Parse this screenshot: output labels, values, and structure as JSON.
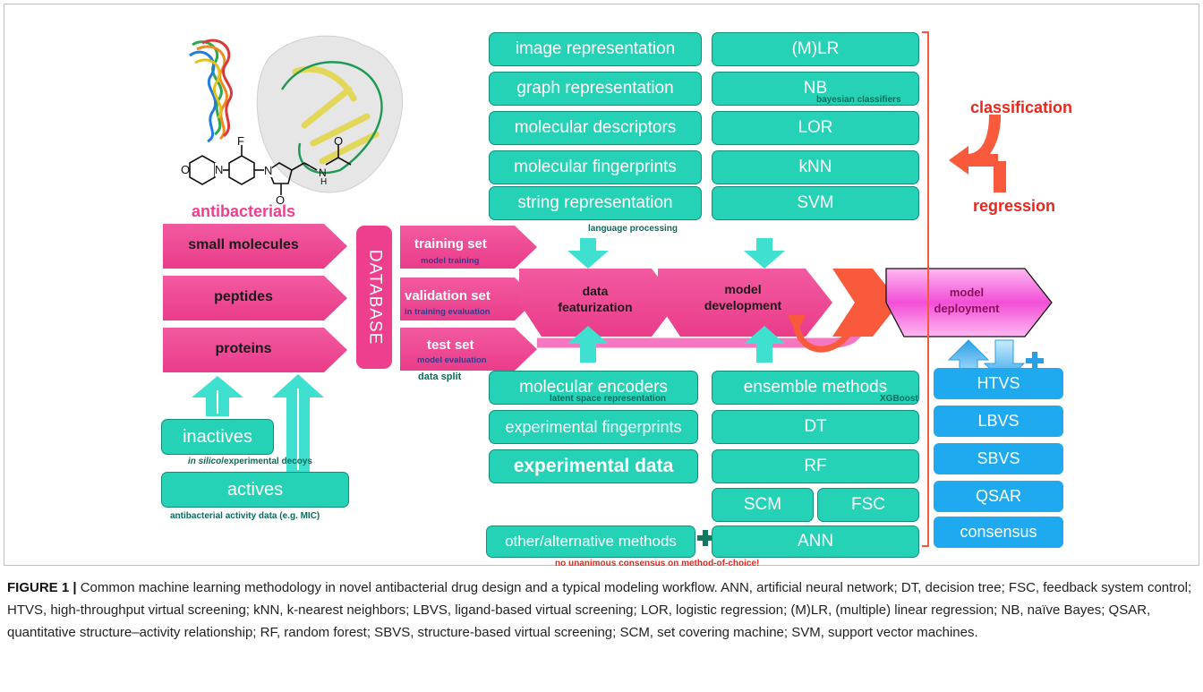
{
  "diagram": {
    "antibacterials_title": "antibacterials",
    "molecule_types": [
      "small molecules",
      "peptides",
      "proteins"
    ],
    "database_label": "DATABASE",
    "splits": [
      {
        "label": "training set",
        "sub": "model training"
      },
      {
        "label": "validation set",
        "sub": "in training evaluation"
      },
      {
        "label": "test set",
        "sub": "model evaluation"
      }
    ],
    "data_split_label": "data split",
    "inactives_label": "inactives",
    "decoys_italic": "in silico",
    "decoys_rest": "/experimental decoys",
    "actives_label": "actives",
    "activity_data_label": "antibacterial activity data (e.g. MIC)",
    "representations": [
      "image representation",
      "graph representation",
      "molecular descriptors",
      "molecular fingerprints",
      "string representation"
    ],
    "language_processing_label": "language processing",
    "featurization_label_1": "data",
    "featurization_label_2": "featurization",
    "development_label_1": "model",
    "development_label_2": "development",
    "deployment_label_1": "model",
    "deployment_label_2": "deployment",
    "classifiers": [
      "(M)LR",
      "NB",
      "LOR",
      "kNN",
      "SVM"
    ],
    "bayesian_label": "bayesian classifiers",
    "classification_label": "classification",
    "regression_label": "regression",
    "encoders_label": "molecular encoders",
    "latent_label": "latent space representation",
    "exp_fingerprints_label": "experimental fingerprints",
    "exp_data_label": "experimental data",
    "ensemble_label": "ensemble methods",
    "xgboost_label": "XGBoost",
    "dt_label": "DT",
    "rf_label": "RF",
    "scm_label": "SCM",
    "fsc_label": "FSC",
    "ann_label": "ANN",
    "other_methods_label": "other/alternative methods",
    "plus_sign": "+",
    "no_consensus_label": "no unanimous consensus on method-of-choice!",
    "screening_methods": [
      "HTVS",
      "LBVS",
      "SBVS",
      "QSAR",
      "consensus"
    ],
    "molecule_atoms": {
      "fluorine": "F",
      "oxygen": "O",
      "nitrogen": "N",
      "nh": "N",
      "h": "H"
    },
    "colors": {
      "pink": "#ee3f8e",
      "teal": "#26d2b6",
      "teal_dark": "#0c6b5c",
      "cyan_arrow": "#3fe0d0",
      "orange": "#fa5a3c",
      "blue": "#1faaf0",
      "red_text": "#e8281c",
      "deploy_pink": "#f24fd6"
    }
  },
  "caption": {
    "label": "FIGURE 1 |",
    "text": " Common machine learning methodology in novel antibacterial drug design and a typical modeling workflow. ANN, artificial neural network; DT, decision tree; FSC, feedback system control; HTVS, high-throughput virtual screening; kNN, k-nearest neighbors; LBVS, ligand-based virtual screening; LOR, logistic regression; (M)LR, (multiple) linear regression; NB, naïve Bayes; QSAR, quantitative structure–activity relationship; RF, random forest; SBVS, structure-based virtual screening; SCM, set covering machine; SVM, support vector machines."
  }
}
